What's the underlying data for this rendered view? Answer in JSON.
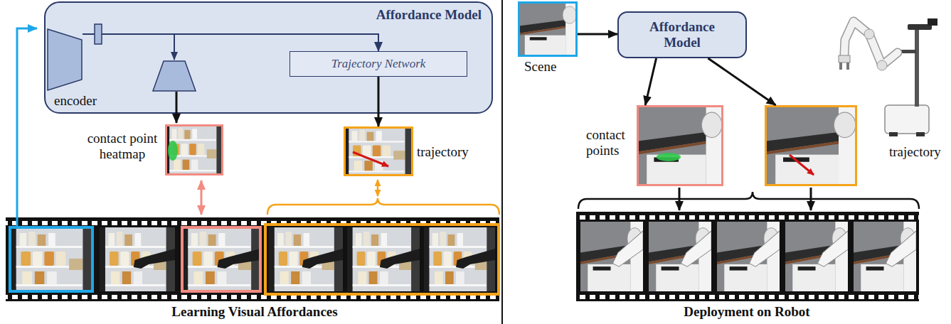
{
  "diagram": {
    "nodes": [
      {
        "text": [
          "Affordance Model"
        ]
      },
      {
        "text": [
          "encoder"
        ],
        "in": 0
      },
      {
        "text": [
          "Trajectory Network"
        ],
        "in": 0
      },
      {
        "text": [
          "contact point heatmap"
        ]
      },
      {
        "text": [
          "trajectory"
        ]
      },
      {
        "text": [
          "Scene"
        ]
      },
      {
        "text": [
          "Affordance Model"
        ]
      },
      {
        "text": [
          "contact points"
        ]
      },
      {
        "text": [
          "trajectory"
        ]
      }
    ],
    "edges": [
      {
        "from": 1,
        "to": 2,
        "arrow": "to"
      },
      {
        "from": 2,
        "to": 4,
        "arrow": "to"
      },
      {
        "from": 5,
        "to": 6,
        "arrow": "to"
      },
      {
        "from": 6,
        "to": 7,
        "arrow": "to"
      },
      {
        "from": 6,
        "to": 8,
        "arrow": "to"
      }
    ],
    "labels": [
      "Learning Visual Affordances",
      "Deployment on Robot"
    ]
  }
}
